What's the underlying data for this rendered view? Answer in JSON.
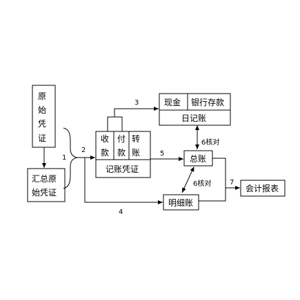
{
  "nodes": {
    "original_voucher": [
      "原",
      "始",
      "凭",
      "证"
    ],
    "summary_voucher": [
      "汇总原",
      "始凭证"
    ],
    "entry_voucher": {
      "cols": [
        [
          "收",
          "款"
        ],
        [
          "付",
          "款"
        ],
        [
          "转",
          "账"
        ]
      ],
      "label": "记账凭证"
    },
    "journal": {
      "cells": [
        "现金",
        "银行存款"
      ],
      "label": "日记账"
    },
    "general_ledger": "总账",
    "subsidiary_ledger": "明细账",
    "report": "会计报表"
  },
  "edge_labels": {
    "e1": "1",
    "e2": "2",
    "e3": "3",
    "e4": "4",
    "e5": "5",
    "e6a": "6核对",
    "e6b": "6核对",
    "e7": "7"
  }
}
